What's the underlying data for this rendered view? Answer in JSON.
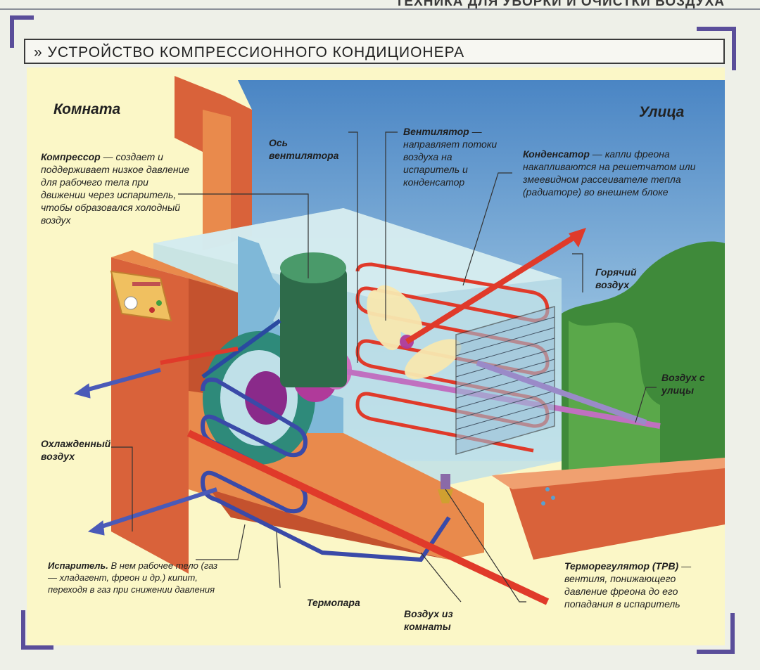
{
  "page_header": "ТЕХНИКА ДЛЯ УБОРКИ И ОЧИСТКИ ВОЗДУХА",
  "title": "УСТРОЙСТВО КОМПРЕССИОННОГО КОНДИЦИОНЕРА",
  "title_marker": "»",
  "zones": {
    "room": "Комната",
    "street": "Улица"
  },
  "labels": {
    "fan_axis": "Ось вентилятора",
    "compressor_term": "Компрессор",
    "compressor_desc": " — создает и поддерживает низкое давление для рабочего тела при движении через испаритель, чтобы образовался холодный воздух",
    "fan_term": "Вентилятор",
    "fan_desc": " — направляет потоки воздуха на испаритель и конденсатор",
    "condenser_term": "Конденсатор",
    "condenser_desc": " — капли фреона накапливаются на решетчатом или змеевидном рассеивателе тепла (радиаторе) во внешнем блоке",
    "hot_air": "Горячий воздух",
    "outside_air": "Воздух с улицы",
    "cooled_air": "Охлажденный воздух",
    "evaporator_term": "Испаритель.",
    "evaporator_desc": " В нем рабочее тело (газ — хладагент, фреон и др.) кипит, переходя в газ при снижении давления",
    "thermocouple": "Термопара",
    "room_air": "Воздух из комнаты",
    "thermostat_term": "Терморегулятор (ТРВ)",
    "thermostat_desc": " — вентиля, понижающего давление фреона до его попадания в испаритель"
  },
  "colors": {
    "background": "#fbf7c7",
    "sky": "#4a90c8",
    "wall": "#d9623a",
    "unit_glass": "#bfe0e8",
    "coil_hot": "#e03a2a",
    "coil_cold": "#3a4aa8",
    "compressor": "#2e6b4a",
    "grass": "#3f8a3a",
    "frame": "#5a4e9a"
  },
  "icons": [
    "fan-blade-icon",
    "hot-air-arrow-icon",
    "cold-air-arrow-icon",
    "control-panel-icon"
  ]
}
